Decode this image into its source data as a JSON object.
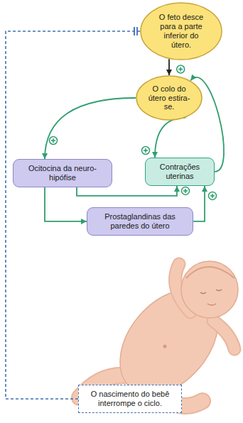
{
  "diagram": {
    "nodes": [
      {
        "text": [
          "O feto desce para a parte inferior do útero."
        ]
      },
      {
        "text": [
          "O colo do útero estira-se."
        ]
      },
      {
        "text": [
          "Ocitocina da neuro-hipófise"
        ]
      },
      {
        "text": [
          "Contrações uterinas"
        ]
      },
      {
        "text": [
          "Prostaglandinas das paredes do útero"
        ]
      },
      {
        "text": [
          "O nascimento do bebê interrompe o ciclo."
        ]
      }
    ],
    "edges": [
      {
        "from": 0,
        "to": 1,
        "arrow": "to"
      },
      {
        "from": 1,
        "to": 2,
        "arrow": "to"
      },
      {
        "from": 1,
        "to": 3,
        "arrow": "to"
      },
      {
        "from": 3,
        "to": 1,
        "arrow": "to"
      },
      {
        "from": 2,
        "to": 3,
        "arrow": "to"
      },
      {
        "from": 2,
        "to": 4,
        "arrow": "to"
      },
      {
        "from": 4,
        "to": 3,
        "arrow": "to"
      },
      {
        "from": 5,
        "to": 0,
        "arrow": "to"
      }
    ]
  }
}
